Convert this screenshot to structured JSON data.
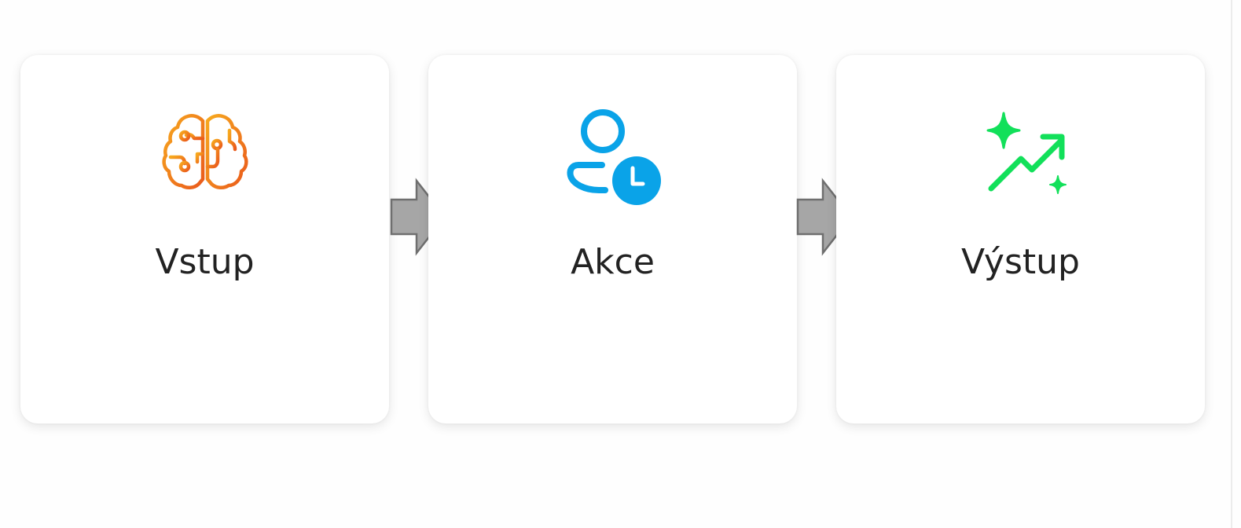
{
  "steps": [
    {
      "label": "Vstup",
      "icon": "brain-circuit-icon",
      "color": "#f28a1a"
    },
    {
      "label": "Akce",
      "icon": "person-clock-icon",
      "color": "#0aa3e8"
    },
    {
      "label": "Výstup",
      "icon": "sparkle-trend-icon",
      "color": "#12e05a"
    }
  ],
  "connectors": [
    {
      "icon": "arrow-right-icon",
      "color": "#a6a6a6"
    },
    {
      "icon": "arrow-right-icon",
      "color": "#a6a6a6"
    }
  ]
}
